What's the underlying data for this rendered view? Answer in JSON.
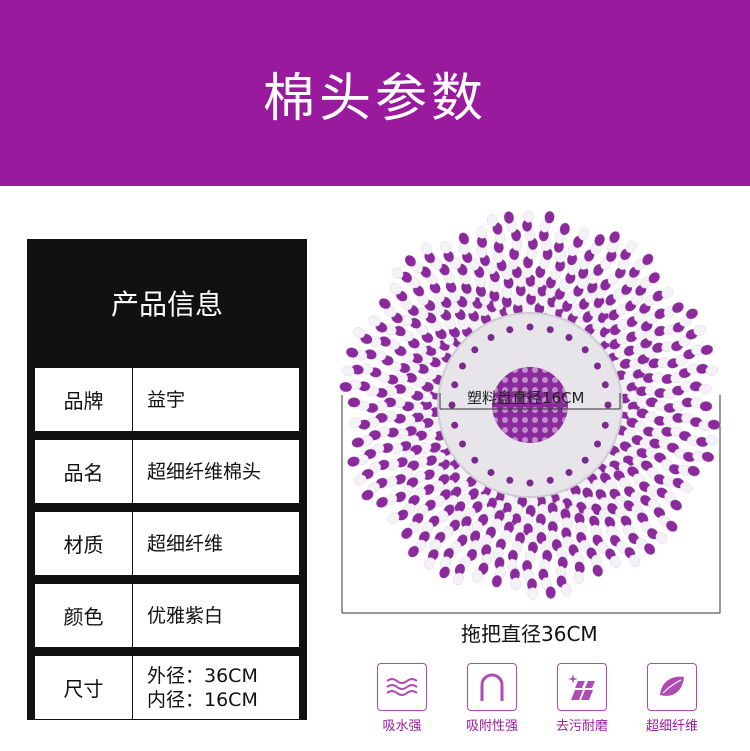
{
  "banner": {
    "title": "棉头参数"
  },
  "info": {
    "heading": "产品信息",
    "rows": [
      {
        "key": "品牌",
        "value": "益宇"
      },
      {
        "key": "品名",
        "value": "超细纤维棉头"
      },
      {
        "key": "材质",
        "value": "超细纤维"
      },
      {
        "key": "颜色",
        "value": "优雅紫白"
      }
    ],
    "size": {
      "key": "尺寸",
      "outer": "外径：36CM",
      "inner": "内径：16CM"
    }
  },
  "product": {
    "inner_label": "塑料盘直径16CM",
    "outer_label": "拖把直径36CM"
  },
  "features": [
    {
      "label": "吸水强",
      "icon": "water-waves-icon"
    },
    {
      "label": "吸附性强",
      "icon": "magnet-arch-icon"
    },
    {
      "label": "去污耐磨",
      "icon": "sparkle-tiles-icon"
    },
    {
      "label": "超细纤维",
      "icon": "fiber-leaf-icon"
    }
  ],
  "colors": {
    "brand": "#9a1a9e",
    "fiber_purple": "#8a2a9c",
    "fiber_white": "#f4f2f6"
  }
}
